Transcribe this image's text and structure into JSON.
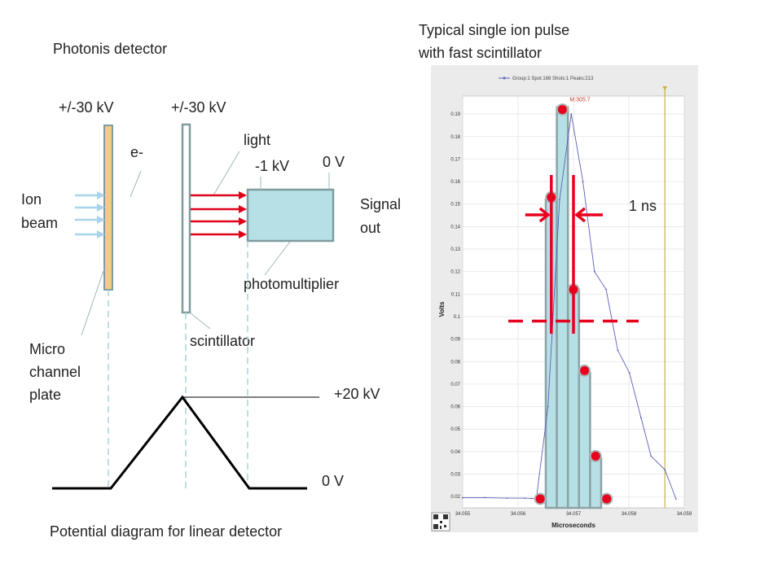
{
  "diagram": {
    "title": "Photonis detector",
    "mcp_voltage": "+/-30 kV",
    "scint_voltage": "+/-30 kV",
    "electron_label": "e-",
    "light_label": "light",
    "pmt_hv_label": "-1 kV",
    "pmt_ground_label": "0 V",
    "ion_beam_label": [
      "Ion",
      "beam"
    ],
    "signal_label": [
      "Signal",
      "out"
    ],
    "pmt_label": "photomultiplier",
    "scint_label": "scintillator",
    "mcp_label": [
      "Micro",
      "channel",
      "plate"
    ],
    "potential_top_label": "+20 kV",
    "potential_bottom_label": "0 V",
    "potential_caption": "Potential diagram for linear detector",
    "colors": {
      "arrow_red": "#e0001a",
      "beam_blue": "#a8d4ec",
      "pmt_fill": "#b7e0e6",
      "mcp_fill": "#f2c98a"
    }
  },
  "panel": {
    "title": [
      "Typical single ion pulse",
      "with fast scintillator"
    ],
    "width_label": "1 ns"
  },
  "chart_data": {
    "type": "bar",
    "legend": "Group:1 Spot:168 Shots:1 Peaks:213",
    "peak_label": "M:305.7",
    "xlabel": "Microseconds",
    "ylabel": "Volts",
    "xlim": [
      34.055,
      34.059
    ],
    "ylim": [
      0.015,
      0.198
    ],
    "x_ticks": [
      "34.055",
      "34.056",
      "34.057",
      "34.058",
      "34.059"
    ],
    "y_ticks": [
      "0.02",
      "0.03",
      "0.04",
      "0.05",
      "0.06",
      "0.07",
      "0.08",
      "0.09",
      "0.1",
      "0.11",
      "0.12",
      "0.13",
      "0.14",
      "0.15",
      "0.16",
      "0.17",
      "0.18",
      "0.19"
    ],
    "trace": {
      "x": [
        34.055,
        34.0554,
        34.0558,
        34.05612,
        34.05624,
        34.05633,
        34.05654,
        34.05675,
        34.05696,
        34.05717,
        34.05738,
        34.05759,
        34.0578,
        34.05801,
        34.05822,
        34.0584,
        34.05865,
        34.05885
      ],
      "y": [
        0.0195,
        0.0195,
        0.0193,
        0.0193,
        0.0192,
        0.019,
        0.06,
        0.152,
        0.19,
        0.16,
        0.12,
        0.112,
        0.085,
        0.075,
        0.055,
        0.038,
        0.032,
        0.019
      ]
    },
    "bars": [
      {
        "x0": 34.0565,
        "x1": 34.0567,
        "y": 0.152
      },
      {
        "x0": 34.0567,
        "x1": 34.0569,
        "y": 0.193
      },
      {
        "x0": 34.0569,
        "x1": 34.0571,
        "y": 0.112
      },
      {
        "x0": 34.0571,
        "x1": 34.0573,
        "y": 0.075
      },
      {
        "x0": 34.0573,
        "x1": 34.0575,
        "y": 0.037
      }
    ],
    "points": [
      {
        "x": 34.0564,
        "y": 0.019
      },
      {
        "x": 34.0566,
        "y": 0.153
      },
      {
        "x": 34.0568,
        "y": 0.192
      },
      {
        "x": 34.057,
        "y": 0.112
      },
      {
        "x": 34.0572,
        "y": 0.076
      },
      {
        "x": 34.0574,
        "y": 0.038
      },
      {
        "x": 34.0576,
        "y": 0.019
      }
    ],
    "half_max_y": 0.098,
    "fwhm_x": [
      34.0566,
      34.057
    ],
    "cursor_x": 34.05865,
    "colors": {
      "bar_fill": "#b7e0e6",
      "bar_stroke": "#8aa3a6",
      "trace": "#5b5fb8",
      "point": "#e8001c",
      "marker": "#e8001c",
      "cursor": "#c8b04a"
    }
  }
}
